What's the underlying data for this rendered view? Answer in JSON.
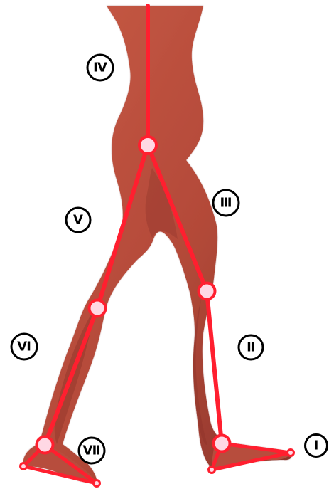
{
  "figure": {
    "colors": {
      "background": "#ffffff",
      "body_fill": "#b84d3b",
      "body_shade": "#8f342a",
      "skeleton_line": "#ff1f2f",
      "joint_fill": "#ffd8e4",
      "label_stroke": "#000000",
      "label_fill": "#ffffff"
    },
    "joints": [
      {
        "id": "hip"
      },
      {
        "id": "right-knee"
      },
      {
        "id": "right-ankle"
      },
      {
        "id": "left-knee"
      },
      {
        "id": "left-ankle"
      },
      {
        "id": "right-toe"
      },
      {
        "id": "right-heel"
      },
      {
        "id": "left-toe"
      },
      {
        "id": "left-heel"
      }
    ],
    "labels": [
      {
        "id": "I",
        "text": "Ⅰ"
      },
      {
        "id": "II",
        "text": "Ⅱ"
      },
      {
        "id": "III",
        "text": "Ⅲ"
      },
      {
        "id": "IV",
        "text": "Ⅳ"
      },
      {
        "id": "V",
        "text": "Ⅴ"
      },
      {
        "id": "VI",
        "text": "Ⅵ"
      },
      {
        "id": "VII",
        "text": "Ⅶ"
      }
    ]
  }
}
